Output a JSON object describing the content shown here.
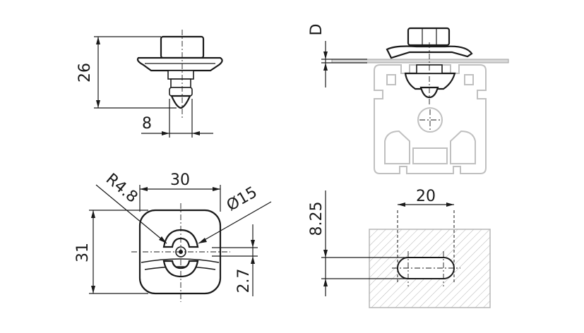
{
  "dimensions": {
    "side_height": "26",
    "side_width": "8",
    "depth": "D",
    "top_width": "30",
    "top_height": "31",
    "radius": "R4.8",
    "diameter": "Ø15",
    "offset": "2.7",
    "slot_offset": "8.25",
    "slot_width": "20"
  }
}
